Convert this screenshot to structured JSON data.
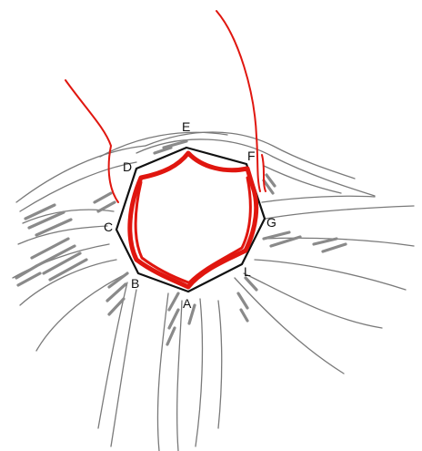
{
  "vertices": {
    "A": "A",
    "B": "B",
    "C": "C",
    "D": "D",
    "E": "E",
    "F": "F",
    "G": "G",
    "L": "L"
  },
  "colors": {
    "background": "#ffffff",
    "outline": "#111111",
    "highlight": "#e0160f",
    "strokes": "#7a7a7a",
    "shading": "#8a8a8a"
  }
}
